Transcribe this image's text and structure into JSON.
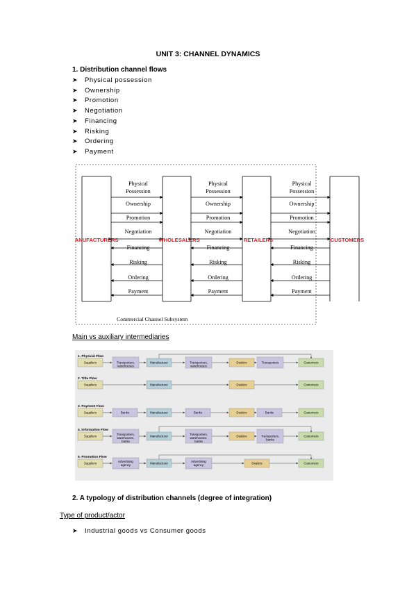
{
  "page": {
    "title": "UNIT 3: CHANNEL DYNAMICS",
    "section1_heading": "1.   Distribution channel flows",
    "flows": [
      "Physical possession",
      "Ownership",
      "Promotion",
      "Negotiation",
      "Financing",
      "Risking",
      "Ordering",
      "Payment"
    ],
    "main_aux_heading": "Main vs auxiliary intermediaries",
    "section2_heading": "2.   A typology of distribution channels (degree of integration)",
    "type_heading": "Type of product/actor",
    "bullet_last": "Industrial goods vs Consumer goods"
  },
  "diagram1": {
    "actors": [
      "MANUFACTURERS",
      "WHOLESALERS",
      "RETAILERS",
      "CUSTOMERS"
    ],
    "flow_labels": [
      [
        "Physical",
        "Possession"
      ],
      [
        "Ownership"
      ],
      [
        "Promotion"
      ],
      [
        "Negotiation"
      ],
      [
        "Financing"
      ],
      [
        "Risking"
      ],
      [
        "Ordering"
      ],
      [
        "Payment"
      ]
    ],
    "caption": "Commercial Channel Subsystem",
    "actor_color": "#e8101a"
  },
  "diagram2": {
    "rows": [
      {
        "title": "1. Physical Flow",
        "boxes": [
          {
            "label": "Suppliers",
            "kind": "supplier"
          },
          {
            "label": "Transporters, warehouses",
            "kind": "aux"
          },
          {
            "label": "Manufacturer",
            "kind": "mfr"
          },
          {
            "label": "Transporters, warehouses",
            "kind": "aux"
          },
          {
            "label": "Dealers",
            "kind": "dealer"
          },
          {
            "label": "Transporters",
            "kind": "aux"
          },
          {
            "label": "Customers",
            "kind": "cust"
          }
        ]
      },
      {
        "title": "2. Title Flow",
        "boxes": [
          {
            "label": "Suppliers",
            "kind": "supplier"
          },
          {
            "label": "Manufacturer",
            "kind": "mfr"
          },
          {
            "label": "Dealers",
            "kind": "dealer"
          },
          {
            "label": "Customers",
            "kind": "cust"
          }
        ]
      },
      {
        "title": "3. Payment Flow",
        "boxes": [
          {
            "label": "Suppliers",
            "kind": "supplier"
          },
          {
            "label": "Banks",
            "kind": "aux"
          },
          {
            "label": "Manufacturer",
            "kind": "mfr"
          },
          {
            "label": "Banks",
            "kind": "aux"
          },
          {
            "label": "Dealers",
            "kind": "dealer"
          },
          {
            "label": "Banks",
            "kind": "aux"
          },
          {
            "label": "Customers",
            "kind": "cust"
          }
        ]
      },
      {
        "title": "4. Information Flow",
        "boxes": [
          {
            "label": "Suppliers",
            "kind": "supplier"
          },
          {
            "label": "Transporters, warehouses, banks",
            "kind": "aux"
          },
          {
            "label": "Manufacturer",
            "kind": "mfr"
          },
          {
            "label": "Transporters, warehouses, banks",
            "kind": "aux"
          },
          {
            "label": "Dealers",
            "kind": "dealer"
          },
          {
            "label": "Transporters, banks",
            "kind": "aux"
          },
          {
            "label": "Customers",
            "kind": "cust"
          }
        ]
      },
      {
        "title": "5. Promotion Flow",
        "boxes": [
          {
            "label": "Suppliers",
            "kind": "supplier"
          },
          {
            "label": "Advertising agency",
            "kind": "aux"
          },
          {
            "label": "Manufacturer",
            "kind": "mfr"
          },
          {
            "label": "Advertising agency",
            "kind": "aux"
          },
          {
            "label": "Dealers",
            "kind": "dealer"
          },
          {
            "label": "Customers",
            "kind": "cust"
          }
        ]
      }
    ],
    "colors": {
      "supplier": "#e3ddb0",
      "aux": "#c9c4e0",
      "mfr": "#b6cfd9",
      "dealer": "#e7cf94",
      "cust": "#cadcab",
      "bg": "#ebebeb"
    }
  }
}
